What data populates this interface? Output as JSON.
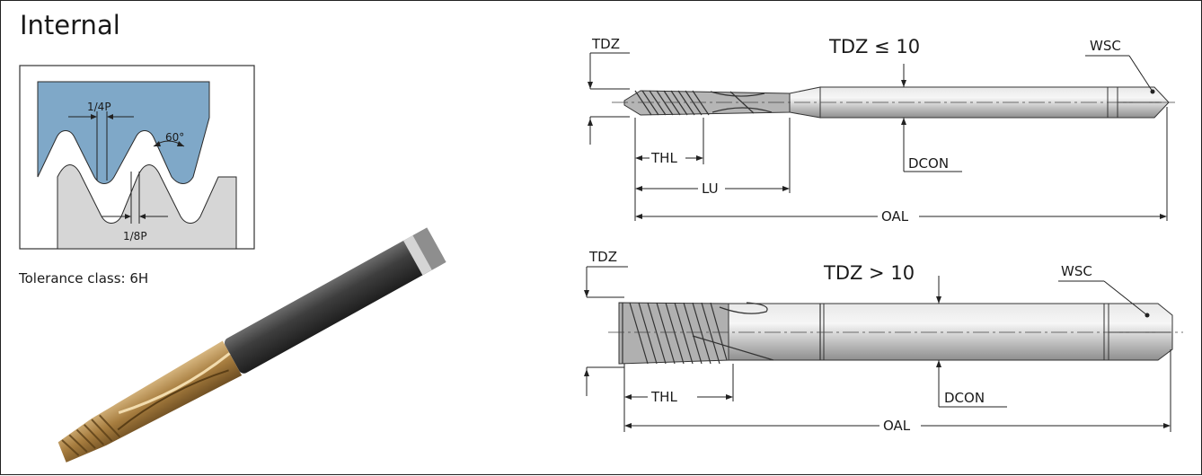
{
  "header": {
    "title": "Internal"
  },
  "profile": {
    "label_quarter_pitch": "1/4P",
    "label_eighth_pitch": "1/8P",
    "label_angle": "60°"
  },
  "tolerance": {
    "text": "Tolerance class: 6H"
  },
  "diagram_small": {
    "condition": "TDZ ≤ 10",
    "labels": {
      "tdz": "TDZ",
      "wsc": "WSC",
      "thl": "THL",
      "lu": "LU",
      "dcon": "DCON",
      "oal": "OAL"
    }
  },
  "diagram_large": {
    "condition": "TDZ > 10",
    "labels": {
      "tdz": "TDZ",
      "wsc": "WSC",
      "thl": "THL",
      "dcon": "DCON",
      "oal": "OAL"
    }
  },
  "colors": {
    "profile_blue": "#7fa8c8",
    "profile_gray": "#d6d6d6",
    "shank": "#c9c9c9",
    "thread_gold": "#b08848"
  }
}
